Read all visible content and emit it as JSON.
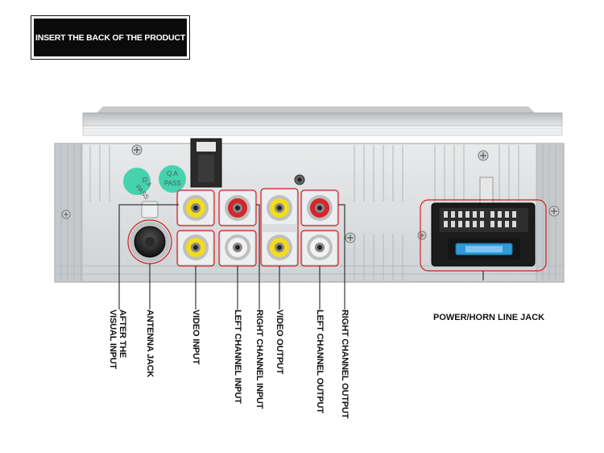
{
  "header": {
    "title": "INSERT THE BACK OF THE PRODUCT"
  },
  "stickers": [
    {
      "line1": "Q.A",
      "line2": "PASS"
    },
    {
      "line1": "Q.A",
      "line2": "PASS"
    }
  ],
  "labels": {
    "after_visual_line1": "AFTER THE",
    "after_visual_line2": "VISUAL INPUT",
    "antenna_jack": "ANTENNA JACK",
    "video_input": "VIDEO INPUT",
    "left_channel_input": "LEFT CHANNEL INPUT",
    "right_channel_input": "RIGHT CHANNEL INPUT",
    "video_output": "VIDEO OUTPUT",
    "left_channel_output": "LEFT CHANNEL OUTPUT",
    "right_channel_output": "RIGHT CHANNEL OUTPUT",
    "power_horn_line_jack": "POWER/HORN LINE JACK"
  },
  "colors": {
    "callout": "#d11f26",
    "rca_yellow": "#f2dc1c",
    "rca_red": "#d5262b",
    "rca_white": "#f2f2f2",
    "qa_sticker": "#44d3ad",
    "chassis": "#dcdedf",
    "fuse": "#2f9bd6"
  }
}
